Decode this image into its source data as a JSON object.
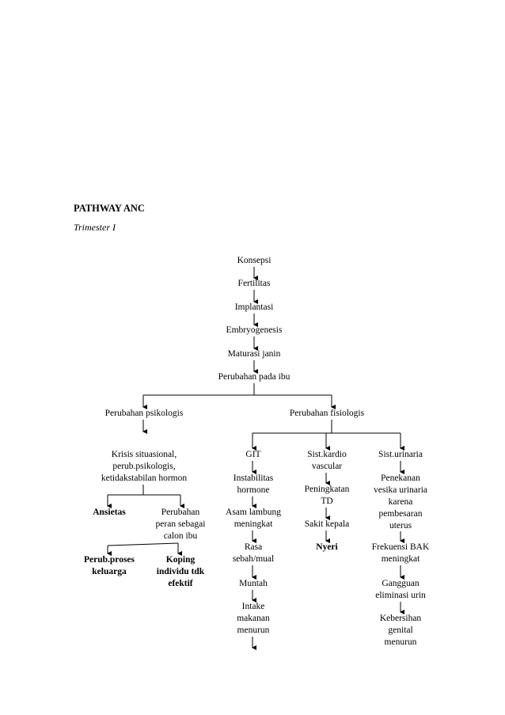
{
  "header": {
    "title": "PATHWAY ANC",
    "subtitle": "Trimester I"
  },
  "main_chain": [
    "Konsepsi",
    "Fertilitas",
    "Implantasi",
    "Embryogenesis",
    "Maturasi janin",
    "Perubahan pada ibu"
  ],
  "psikologis": {
    "label": "Perubahan psikologis",
    "krisis": "Krisis situasional,\nperub.psikologis,\nketidakstabilan hormon",
    "ansietas": "Ansietas",
    "perubahan_peran": "Perubahan\nperan sebagai\ncalon ibu",
    "perub_proses": "Perub.proses\nkeluarga",
    "koping": "Koping\nindividu tdk\nefektif"
  },
  "fisiologis": {
    "label": "Perubahan fisiologis",
    "git": [
      "GIT",
      "Instabilitas\nhormone",
      "Asam lambung\nmeningkat",
      "Rasa\nsebah/mual",
      "Muntah",
      "Intake\nmakanan\nmenurun"
    ],
    "kardio": [
      "Sist.kardio\nvascular",
      "Peningkatan\nTD",
      "Sakit kepala",
      "Nyeri"
    ],
    "urinaria": [
      "Sist.urinaria",
      "Penekanan\nvesika urinaria\nkarena\npembesaran\nuterus",
      "Frekuensi BAK\nmeningkat",
      "Gangguan\neliminasi urin",
      "Kebersihan\ngenital\nmenurun"
    ]
  }
}
